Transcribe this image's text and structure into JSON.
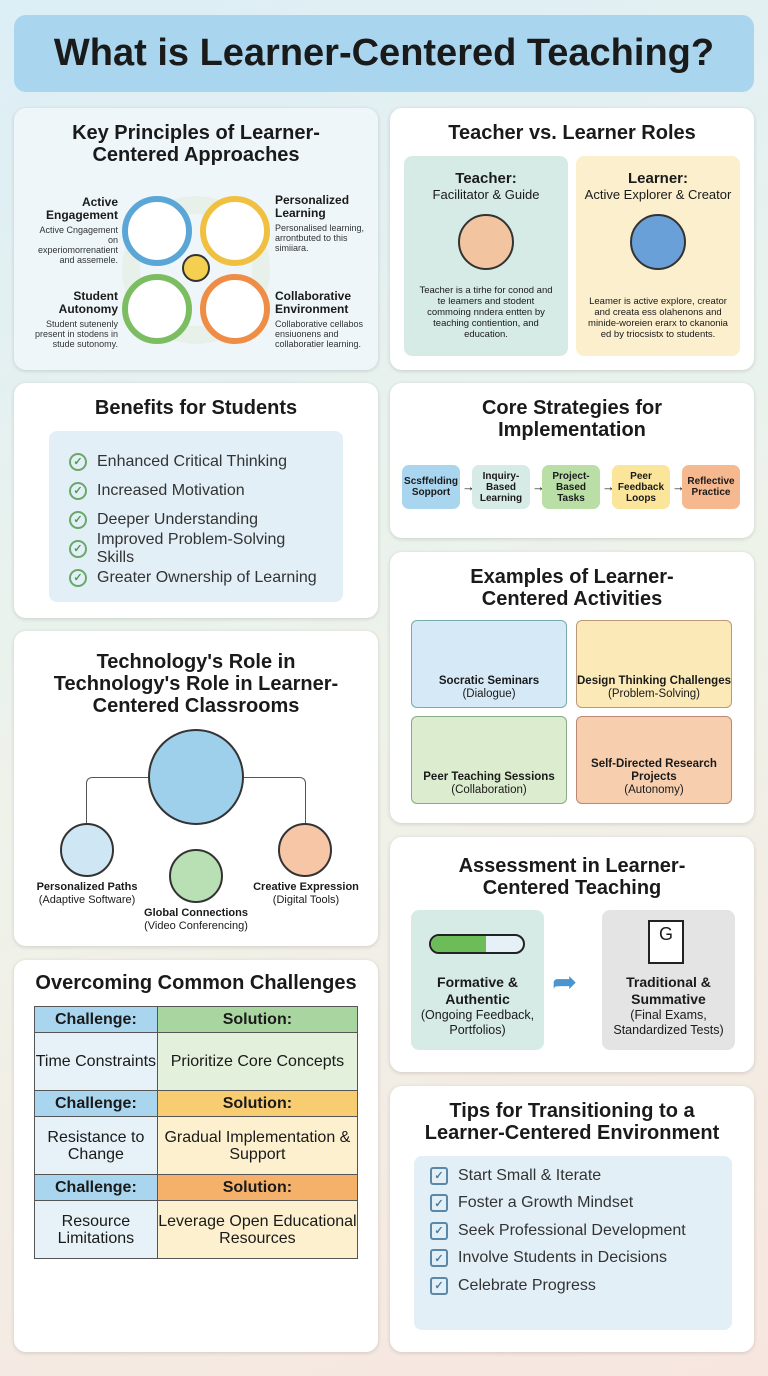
{
  "title": "What is Learner-Centered Teaching?",
  "principles": {
    "heading": "Key Principles of Learner-Centered Approaches",
    "items": [
      {
        "title": "Active Engagement",
        "desc": "Active Cngagement on experiomorrenatient and assemele.",
        "color": "#5aa6d6"
      },
      {
        "title": "Personalized Learning",
        "desc": "Personalised learning, arrontbuted to this simiiara.",
        "color": "#f0c040"
      },
      {
        "title": "Student Autonomy",
        "desc": "Student sutenenly present in stodens in stude sutonomy.",
        "color": "#7cbd62"
      },
      {
        "title": "Collaborative Environment",
        "desc": "Collaborative cellabos ensiuonens and collaboratier learning.",
        "color": "#ef8c45"
      }
    ]
  },
  "roles": {
    "heading": "Teacher vs. Learner Roles",
    "teacher": {
      "title": "Teacher:",
      "subtitle": "Facilitator & Guide",
      "desc": "Teacher is a tirhe for conod and te leamers and stodent commoing nndera entten by teaching contiention, and education."
    },
    "learner": {
      "title": "Learner:",
      "subtitle": "Active Explorer & Creator",
      "desc": "Leamer is active explore, creator and creata ess olahenons and minide-woreien erarx to ckanonia ed by triocsistx to students."
    }
  },
  "benefits": {
    "heading": "Benefits for Students",
    "items": [
      "Enhanced Critical Thinking",
      "Increased Motivation",
      "Deeper Understanding",
      "Improved Problem-Solving Skills",
      "Greater Ownership of Learning"
    ]
  },
  "strategies": {
    "heading": "Core Strategies for Implementation",
    "steps": [
      "Scsffelding Sopport",
      "Inquiry-Based Learning",
      "Project-Based Tasks",
      "Peer Feedback Loops",
      "Reflective Practice"
    ],
    "arrow": "→"
  },
  "technology": {
    "heading": "Technology's Role in Technology's Role in Learner-Centered Classrooms",
    "nodes": [
      {
        "title": "Personalized Paths",
        "sub": "(Adaptive Software)"
      },
      {
        "title": "Global Connections",
        "sub": "(Video Conferencing)"
      },
      {
        "title": "Creative Expression",
        "sub": "(Digital Tools)"
      }
    ]
  },
  "examples": {
    "heading": "Examples of Learner-Centered Activities",
    "items": [
      {
        "title": "Socratic Seminars",
        "sub": "(Dialogue)"
      },
      {
        "title": "Design Thinking Challenges",
        "sub": "(Problem-Solving)"
      },
      {
        "title": "Peer Teaching Sessions",
        "sub": "(Collaboration)"
      },
      {
        "title": "Self-Directed Research Projects",
        "sub": "(Autonomy)"
      }
    ]
  },
  "challenges": {
    "heading": "Overcoming Common Challenges",
    "rows": [
      {
        "challenge_label": "Challenge:",
        "solution_label": "Solution:",
        "challenge": "Time Constraints",
        "solution": "Prioritize Core Concepts"
      },
      {
        "challenge_label": "Challenge:",
        "solution_label": "Solution:",
        "challenge": "Resistance to Change",
        "solution": "Gradual Implementation & Support"
      },
      {
        "challenge_label": "Challenge:",
        "solution_label": "Solution:",
        "challenge": "Resource Limitations",
        "solution": "Leverage Open Educational Resources"
      }
    ]
  },
  "assessment": {
    "heading": "Assessment in Learner-Centered Teaching",
    "formative": {
      "title": "Formative & Authentic",
      "sub": "(Ongoing Feedback, Portfolios)",
      "progress": 0.6
    },
    "traditional": {
      "title": "Traditional & Summative",
      "sub": "(Final Exams, Standardized Tests)",
      "icon_letter": "G"
    }
  },
  "tips": {
    "heading": "Tips for Transitioning to a Learner-Centered Environment",
    "items": [
      "Start Small & Iterate",
      "Foster a Growth Mindset",
      "Seek Professional Development",
      "Involve Students in Decisions",
      "Celebrate Progress"
    ]
  }
}
